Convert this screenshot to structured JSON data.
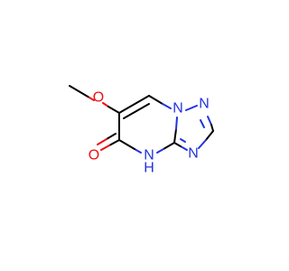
{
  "molecule": {
    "atoms": {
      "o_methoxy": "O",
      "n1": "N",
      "n2": "N",
      "n3": "N",
      "nh_n": "N",
      "nh_h": "H",
      "o_carbonyl": "O"
    },
    "colors": {
      "nitrogen": "#2233dd",
      "oxygen": "#ee1111",
      "carbon": "#000000"
    }
  }
}
